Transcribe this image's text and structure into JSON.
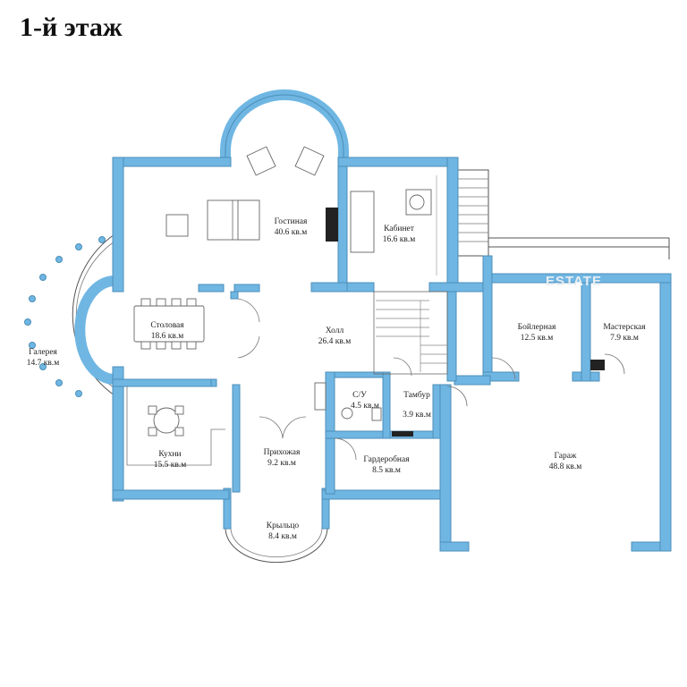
{
  "floor_title": "1-й этаж",
  "watermark": "ESTATE",
  "rooms": [
    {
      "name": "Гостиная",
      "area": "40.6 кв.м"
    },
    {
      "name": "Кабинет",
      "area": "16.6 кв.м"
    },
    {
      "name": "Столовая",
      "area": "18.6 кв.м"
    },
    {
      "name": "Холл",
      "area": "26.4 кв.м"
    },
    {
      "name": "Галерея",
      "area": "14.7 кв.м"
    },
    {
      "name": "Кухни",
      "area": "15.5 кв.м"
    },
    {
      "name": "Прихожая",
      "area": "9.2 кв.м"
    },
    {
      "name": "С/У",
      "area": "4.5 кв.м"
    },
    {
      "name": "Тамбур",
      "area": "3.9 кв.м"
    },
    {
      "name": "Гардеробная",
      "area": "8.5 кв.м"
    },
    {
      "name": "Бойлерная",
      "area": "12.5 кв.м"
    },
    {
      "name": "Мастерская",
      "area": "7.9 кв.м"
    },
    {
      "name": "Гараж",
      "area": "48.8 кв.м"
    },
    {
      "name": "Крыльцо",
      "area": "8.4 кв.м"
    }
  ]
}
